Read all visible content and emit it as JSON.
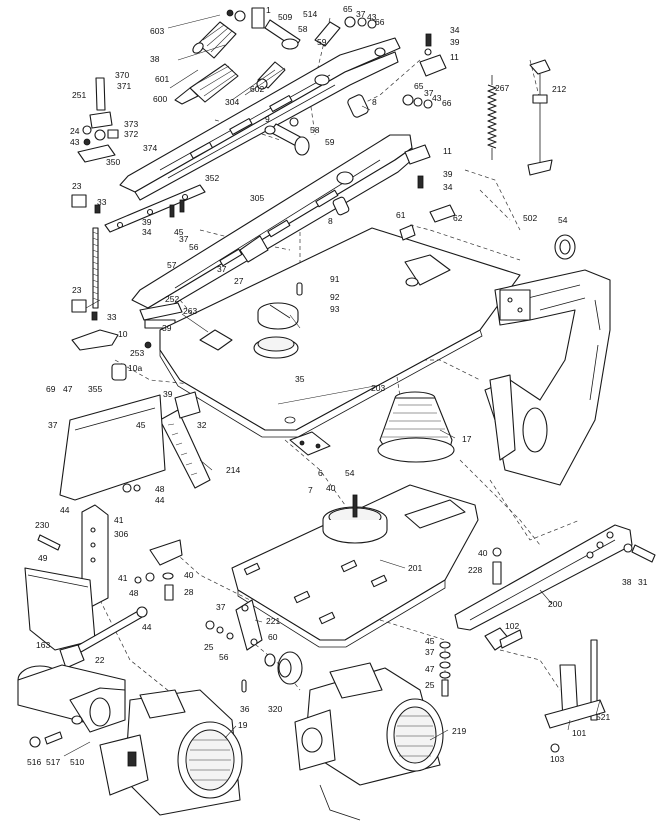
{
  "diagram": {
    "part_labels": [
      {
        "id": "p1",
        "text": "603"
      },
      {
        "id": "p2",
        "text": "1"
      },
      {
        "id": "p3",
        "text": "509"
      },
      {
        "id": "p4",
        "text": "514"
      },
      {
        "id": "p5",
        "text": "65"
      },
      {
        "id": "p6",
        "text": "37"
      },
      {
        "id": "p7",
        "text": "43"
      },
      {
        "id": "p8",
        "text": "66"
      },
      {
        "id": "p9",
        "text": "34"
      },
      {
        "id": "p10",
        "text": "39"
      },
      {
        "id": "p11",
        "text": "38"
      },
      {
        "id": "p12",
        "text": "58"
      },
      {
        "id": "p13",
        "text": "59"
      },
      {
        "id": "p14",
        "text": "11"
      },
      {
        "id": "p15",
        "text": "601"
      },
      {
        "id": "p16",
        "text": "602"
      },
      {
        "id": "p17",
        "text": "600"
      },
      {
        "id": "p18",
        "text": "304"
      },
      {
        "id": "p19",
        "text": "370"
      },
      {
        "id": "p20",
        "text": "371"
      },
      {
        "id": "p21",
        "text": "251"
      },
      {
        "id": "p22",
        "text": "373"
      },
      {
        "id": "p23",
        "text": "372"
      },
      {
        "id": "p24",
        "text": "24"
      },
      {
        "id": "p25",
        "text": "43"
      },
      {
        "id": "p26",
        "text": "374"
      },
      {
        "id": "p27",
        "text": "350"
      },
      {
        "id": "p28",
        "text": "65"
      },
      {
        "id": "p29",
        "text": "37"
      },
      {
        "id": "p30",
        "text": "43"
      },
      {
        "id": "p31",
        "text": "66"
      },
      {
        "id": "p32",
        "text": "267"
      },
      {
        "id": "p33",
        "text": "212"
      },
      {
        "id": "p34",
        "text": "8"
      },
      {
        "id": "p35",
        "text": "9"
      },
      {
        "id": "p36",
        "text": "58"
      },
      {
        "id": "p37",
        "text": "59"
      },
      {
        "id": "p38",
        "text": "11"
      },
      {
        "id": "p39",
        "text": "39"
      },
      {
        "id": "p40",
        "text": "34"
      },
      {
        "id": "p41",
        "text": "23"
      },
      {
        "id": "p42",
        "text": "352"
      },
      {
        "id": "p43",
        "text": "33"
      },
      {
        "id": "p44",
        "text": "305"
      },
      {
        "id": "p45",
        "text": "8"
      },
      {
        "id": "p46",
        "text": "61"
      },
      {
        "id": "p47",
        "text": "62"
      },
      {
        "id": "p48",
        "text": "502"
      },
      {
        "id": "p49",
        "text": "54"
      },
      {
        "id": "p50",
        "text": "39"
      },
      {
        "id": "p51",
        "text": "34"
      },
      {
        "id": "p52",
        "text": "45"
      },
      {
        "id": "p53",
        "text": "37"
      },
      {
        "id": "p54",
        "text": "56"
      },
      {
        "id": "p55",
        "text": "57"
      },
      {
        "id": "p56",
        "text": "37"
      },
      {
        "id": "p57",
        "text": "27"
      },
      {
        "id": "p58",
        "text": "91"
      },
      {
        "id": "p59",
        "text": "92"
      },
      {
        "id": "p60",
        "text": "93"
      },
      {
        "id": "p61",
        "text": "23"
      },
      {
        "id": "p62",
        "text": "33"
      },
      {
        "id": "p63",
        "text": "252"
      },
      {
        "id": "p64",
        "text": "263"
      },
      {
        "id": "p65",
        "text": "39"
      },
      {
        "id": "p66",
        "text": "10"
      },
      {
        "id": "p67",
        "text": "253"
      },
      {
        "id": "p68",
        "text": "10a"
      },
      {
        "id": "p69",
        "text": "69"
      },
      {
        "id": "p70",
        "text": "47"
      },
      {
        "id": "p71",
        "text": "355"
      },
      {
        "id": "p72",
        "text": "37"
      },
      {
        "id": "p73",
        "text": "39"
      },
      {
        "id": "p74",
        "text": "45"
      },
      {
        "id": "p75",
        "text": "32"
      },
      {
        "id": "p76",
        "text": "35"
      },
      {
        "id": "p77",
        "text": "203"
      },
      {
        "id": "p78",
        "text": "17"
      },
      {
        "id": "p79",
        "text": "214"
      },
      {
        "id": "p80",
        "text": "6"
      },
      {
        "id": "p81",
        "text": "54"
      },
      {
        "id": "p82",
        "text": "7"
      },
      {
        "id": "p83",
        "text": "40"
      },
      {
        "id": "p84",
        "text": "48"
      },
      {
        "id": "p85",
        "text": "44"
      },
      {
        "id": "p86",
        "text": "44"
      },
      {
        "id": "p87",
        "text": "41"
      },
      {
        "id": "p88",
        "text": "230"
      },
      {
        "id": "p89",
        "text": "306"
      },
      {
        "id": "p90",
        "text": "49"
      },
      {
        "id": "p91",
        "text": "201"
      },
      {
        "id": "p92",
        "text": "40"
      },
      {
        "id": "p93",
        "text": "228"
      },
      {
        "id": "p94",
        "text": "38"
      },
      {
        "id": "p95",
        "text": "31"
      },
      {
        "id": "p96",
        "text": "41"
      },
      {
        "id": "p97",
        "text": "40"
      },
      {
        "id": "p98",
        "text": "28"
      },
      {
        "id": "p99",
        "text": "48"
      },
      {
        "id": "p100",
        "text": "37"
      },
      {
        "id": "p101",
        "text": "200"
      },
      {
        "id": "p102",
        "text": "221"
      },
      {
        "id": "p103",
        "text": "163"
      },
      {
        "id": "p104",
        "text": "44"
      },
      {
        "id": "p105",
        "text": "25"
      },
      {
        "id": "p106",
        "text": "60"
      },
      {
        "id": "p107",
        "text": "45"
      },
      {
        "id": "p108",
        "text": "37"
      },
      {
        "id": "p109",
        "text": "102"
      },
      {
        "id": "p110",
        "text": "56"
      },
      {
        "id": "p111",
        "text": "22"
      },
      {
        "id": "p112",
        "text": "47"
      },
      {
        "id": "p113",
        "text": "25"
      },
      {
        "id": "p114",
        "text": "36"
      },
      {
        "id": "p115",
        "text": "320"
      },
      {
        "id": "p116",
        "text": "19"
      },
      {
        "id": "p117",
        "text": "219"
      },
      {
        "id": "p118",
        "text": "521"
      },
      {
        "id": "p119",
        "text": "101"
      },
      {
        "id": "p120",
        "text": "516"
      },
      {
        "id": "p121",
        "text": "517"
      },
      {
        "id": "p122",
        "text": "510"
      },
      {
        "id": "p123",
        "text": "103"
      }
    ]
  }
}
